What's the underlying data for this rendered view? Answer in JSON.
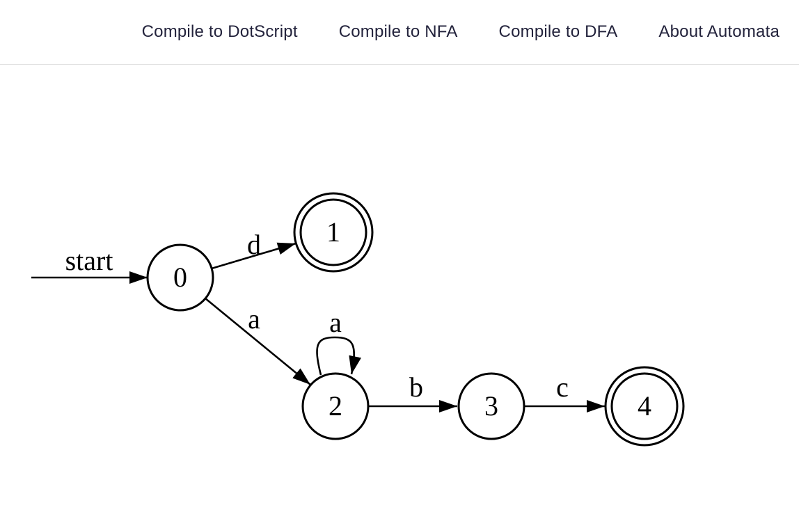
{
  "nav": {
    "items": [
      {
        "label": "Compile to DotScript"
      },
      {
        "label": "Compile to NFA"
      },
      {
        "label": "Compile to DFA"
      },
      {
        "label": "About Automata"
      }
    ],
    "text_color": "#23233c",
    "border_color": "#dedede",
    "background": "#ffffff"
  },
  "diagram": {
    "type": "finite-automaton",
    "stroke_color": "#000000",
    "background": "#ffffff",
    "start_label": "start",
    "states": [
      {
        "id": "0",
        "label": "0",
        "accepting": false,
        "start": true
      },
      {
        "id": "1",
        "label": "1",
        "accepting": true,
        "start": false
      },
      {
        "id": "2",
        "label": "2",
        "accepting": false,
        "start": false
      },
      {
        "id": "3",
        "label": "3",
        "accepting": false,
        "start": false
      },
      {
        "id": "4",
        "label": "4",
        "accepting": true,
        "start": false
      }
    ],
    "transitions": [
      {
        "from": "0",
        "to": "1",
        "symbol": "d"
      },
      {
        "from": "0",
        "to": "2",
        "symbol": "a"
      },
      {
        "from": "2",
        "to": "2",
        "symbol": "a"
      },
      {
        "from": "2",
        "to": "3",
        "symbol": "b"
      },
      {
        "from": "3",
        "to": "4",
        "symbol": "c"
      }
    ]
  }
}
